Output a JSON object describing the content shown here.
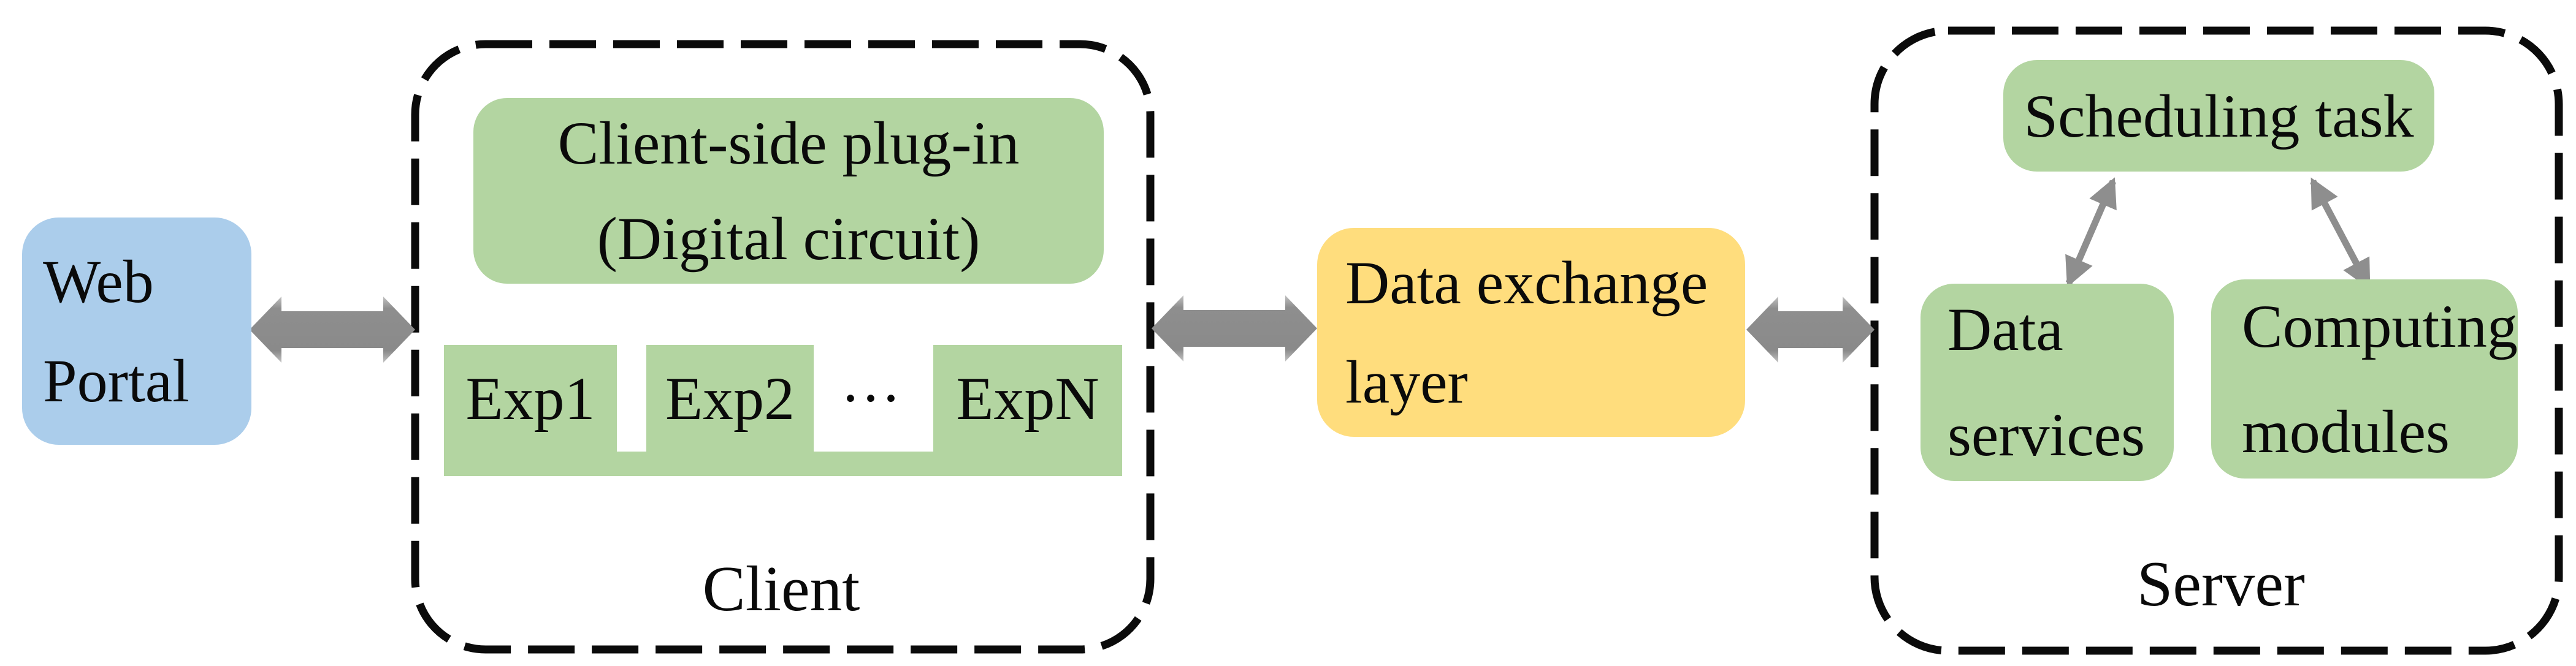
{
  "figure": {
    "web_portal": {
      "line1": "Web",
      "line2": "Portal"
    },
    "client_group": {
      "label": "Client",
      "plugin": {
        "line1": "Client-side plug-in",
        "line2": "(Digital circuit)"
      },
      "experiments": {
        "exp1": "Exp1",
        "exp2": "Exp2",
        "expn": "ExpN",
        "ellipsis": "···"
      }
    },
    "data_exchange": {
      "line1": "Data exchange",
      "line2": "layer"
    },
    "server_group": {
      "label": "Server",
      "scheduling_task": "Scheduling task",
      "data_services": {
        "line1": "Data",
        "line2": "services"
      },
      "computing_modules": {
        "line1": "Computing",
        "line2": "modules"
      }
    }
  },
  "colors": {
    "blue": "#ABCDEB",
    "green": "#B3D5A1",
    "yellow": "#FFDD7D",
    "arrow": "#8E8E8E",
    "dash": "#0B0B0B",
    "text": "#0A0A0A"
  }
}
